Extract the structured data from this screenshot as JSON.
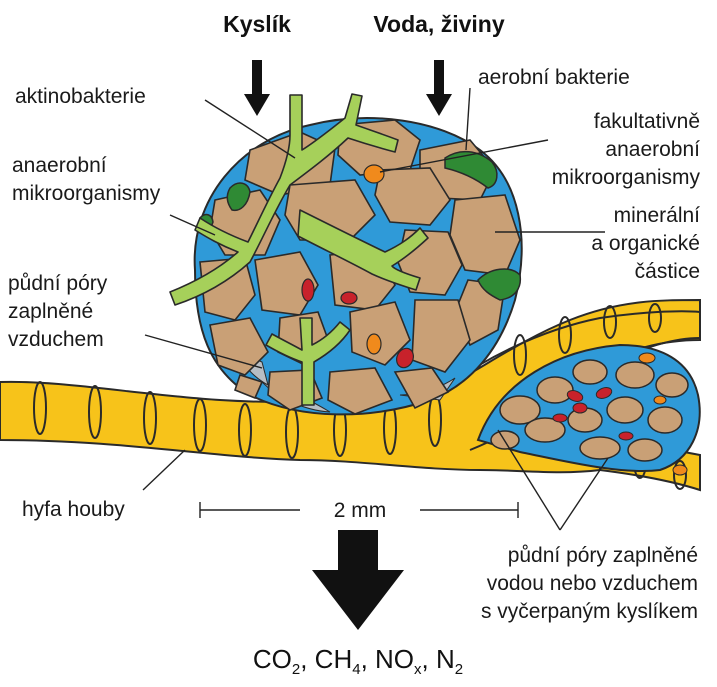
{
  "inputs": {
    "oxygen": "Kyslík",
    "water_nutrients": "Voda, živiny"
  },
  "labels": {
    "actinobacteria": "aktinobakterie",
    "aerobic_bacteria": "aerobní bakterie",
    "facultative": [
      "fakultativně",
      "anaerobní",
      "mikroorganismy"
    ],
    "anaerobic": [
      "anaerobní",
      "mikroorganismy"
    ],
    "mineral": [
      "minerální",
      "a organické",
      "částice"
    ],
    "air_pores": [
      "půdní póry",
      "zaplněné",
      "vzduchem"
    ],
    "fungal_hypha": "hyfa houby",
    "scale": "2 mm",
    "depleted_pores": [
      "půdní póry zaplněné",
      "vodou nebo vzduchem",
      "s vyčerpaným kyslíkem"
    ]
  },
  "outputs": {
    "co2": {
      "base": "CO",
      "sub": "2"
    },
    "ch4": {
      "base": "CH",
      "sub": "4"
    },
    "nox": {
      "base": "NO",
      "sub": "x"
    },
    "n2": {
      "base": "N",
      "sub": "2"
    },
    "separator": ", "
  },
  "colors": {
    "particle": "#c9a076",
    "water": "#2f9ad8",
    "hypha": "#f7c31a",
    "actino": "#a6d05a",
    "anaerobic": "#c8222b",
    "facultative": "#f08a1c",
    "aerobic": "#2f8a34",
    "air": "#b8bec4"
  }
}
